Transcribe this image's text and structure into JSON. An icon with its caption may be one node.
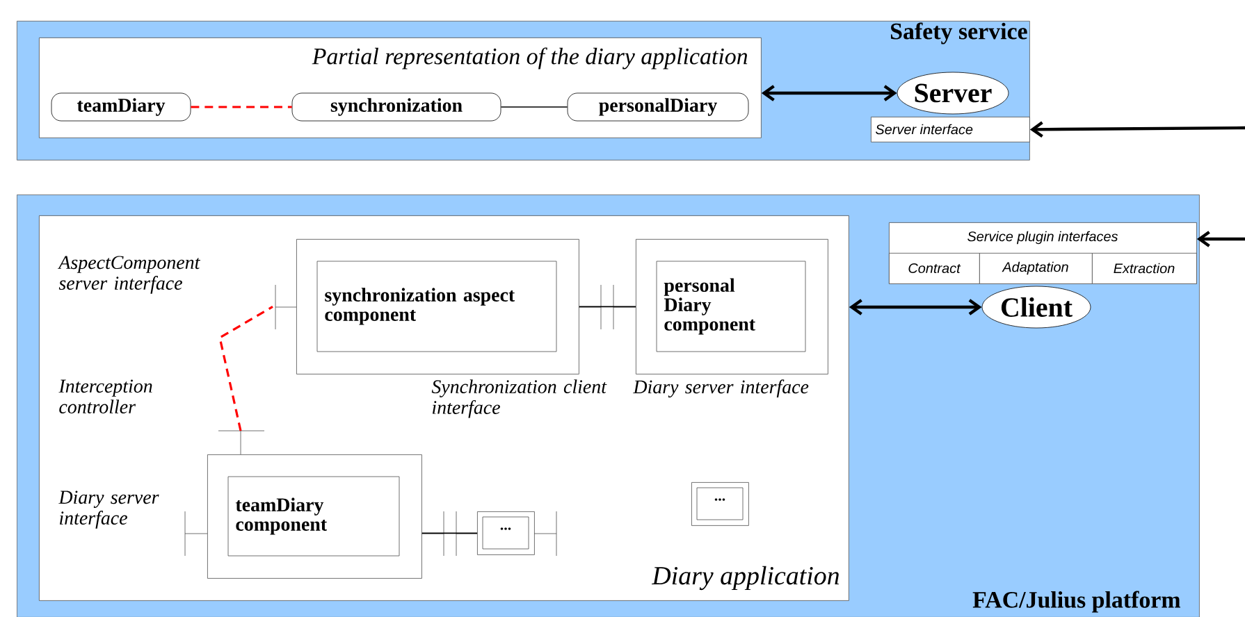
{
  "diagram": {
    "nodes": [
      {
        "text": [
          "Safety service"
        ]
      },
      {
        "text": [
          "Partial representation of the diary application"
        ],
        "in": 0
      },
      {
        "text": [
          "teamDiary"
        ],
        "in": 1
      },
      {
        "text": [
          "synchronization"
        ],
        "in": 1
      },
      {
        "text": [
          "personalDiary"
        ],
        "in": 1
      },
      {
        "text": [
          "Server"
        ],
        "in": 0
      },
      {
        "text": [
          "Server interface"
        ],
        "in": 0
      },
      {
        "text": [
          "FAC/Julius platform"
        ]
      },
      {
        "text": [
          "Diary application"
        ],
        "in": 7
      },
      {
        "text": [
          "synchronization aspect component"
        ],
        "in": 8
      },
      {
        "text": [
          "personal Diary component"
        ],
        "in": 8
      },
      {
        "text": [
          "teamDiary component"
        ],
        "in": 8
      },
      {
        "text": [
          "..."
        ],
        "in": 8
      },
      {
        "text": [
          "..."
        ],
        "in": 8
      },
      {
        "text": [
          "Service plugin interfaces"
        ],
        "in": 7
      },
      {
        "text": [
          "Contract"
        ],
        "in": 14
      },
      {
        "text": [
          "Adaptation"
        ],
        "in": 14
      },
      {
        "text": [
          "Extraction"
        ],
        "in": 14
      },
      {
        "text": [
          "Client"
        ],
        "in": 7
      }
    ],
    "edges": [
      {
        "from": 2,
        "to": 3,
        "arrow": "none",
        "style": "dashed",
        "color": "#ff0000"
      },
      {
        "from": 3,
        "to": 4,
        "arrow": "none"
      },
      {
        "from": 1,
        "to": 5,
        "arrow": "both"
      },
      {
        "from": null,
        "to": 6,
        "arrow": "to"
      },
      {
        "from": 8,
        "to": 18,
        "arrow": "both"
      },
      {
        "from": null,
        "to": 14,
        "arrow": "to"
      },
      {
        "from": 9,
        "to": 10,
        "arrow": "none"
      },
      {
        "from": 11,
        "to": 9,
        "arrow": "none",
        "style": "dashed",
        "color": "#ff0000"
      },
      {
        "from": 11,
        "to": 12,
        "arrow": "none"
      }
    ],
    "labels": [
      "AspectComponent server interface",
      "Interception controller",
      "Synchronization client interface",
      "Diary server interface",
      "Diary server interface"
    ]
  }
}
